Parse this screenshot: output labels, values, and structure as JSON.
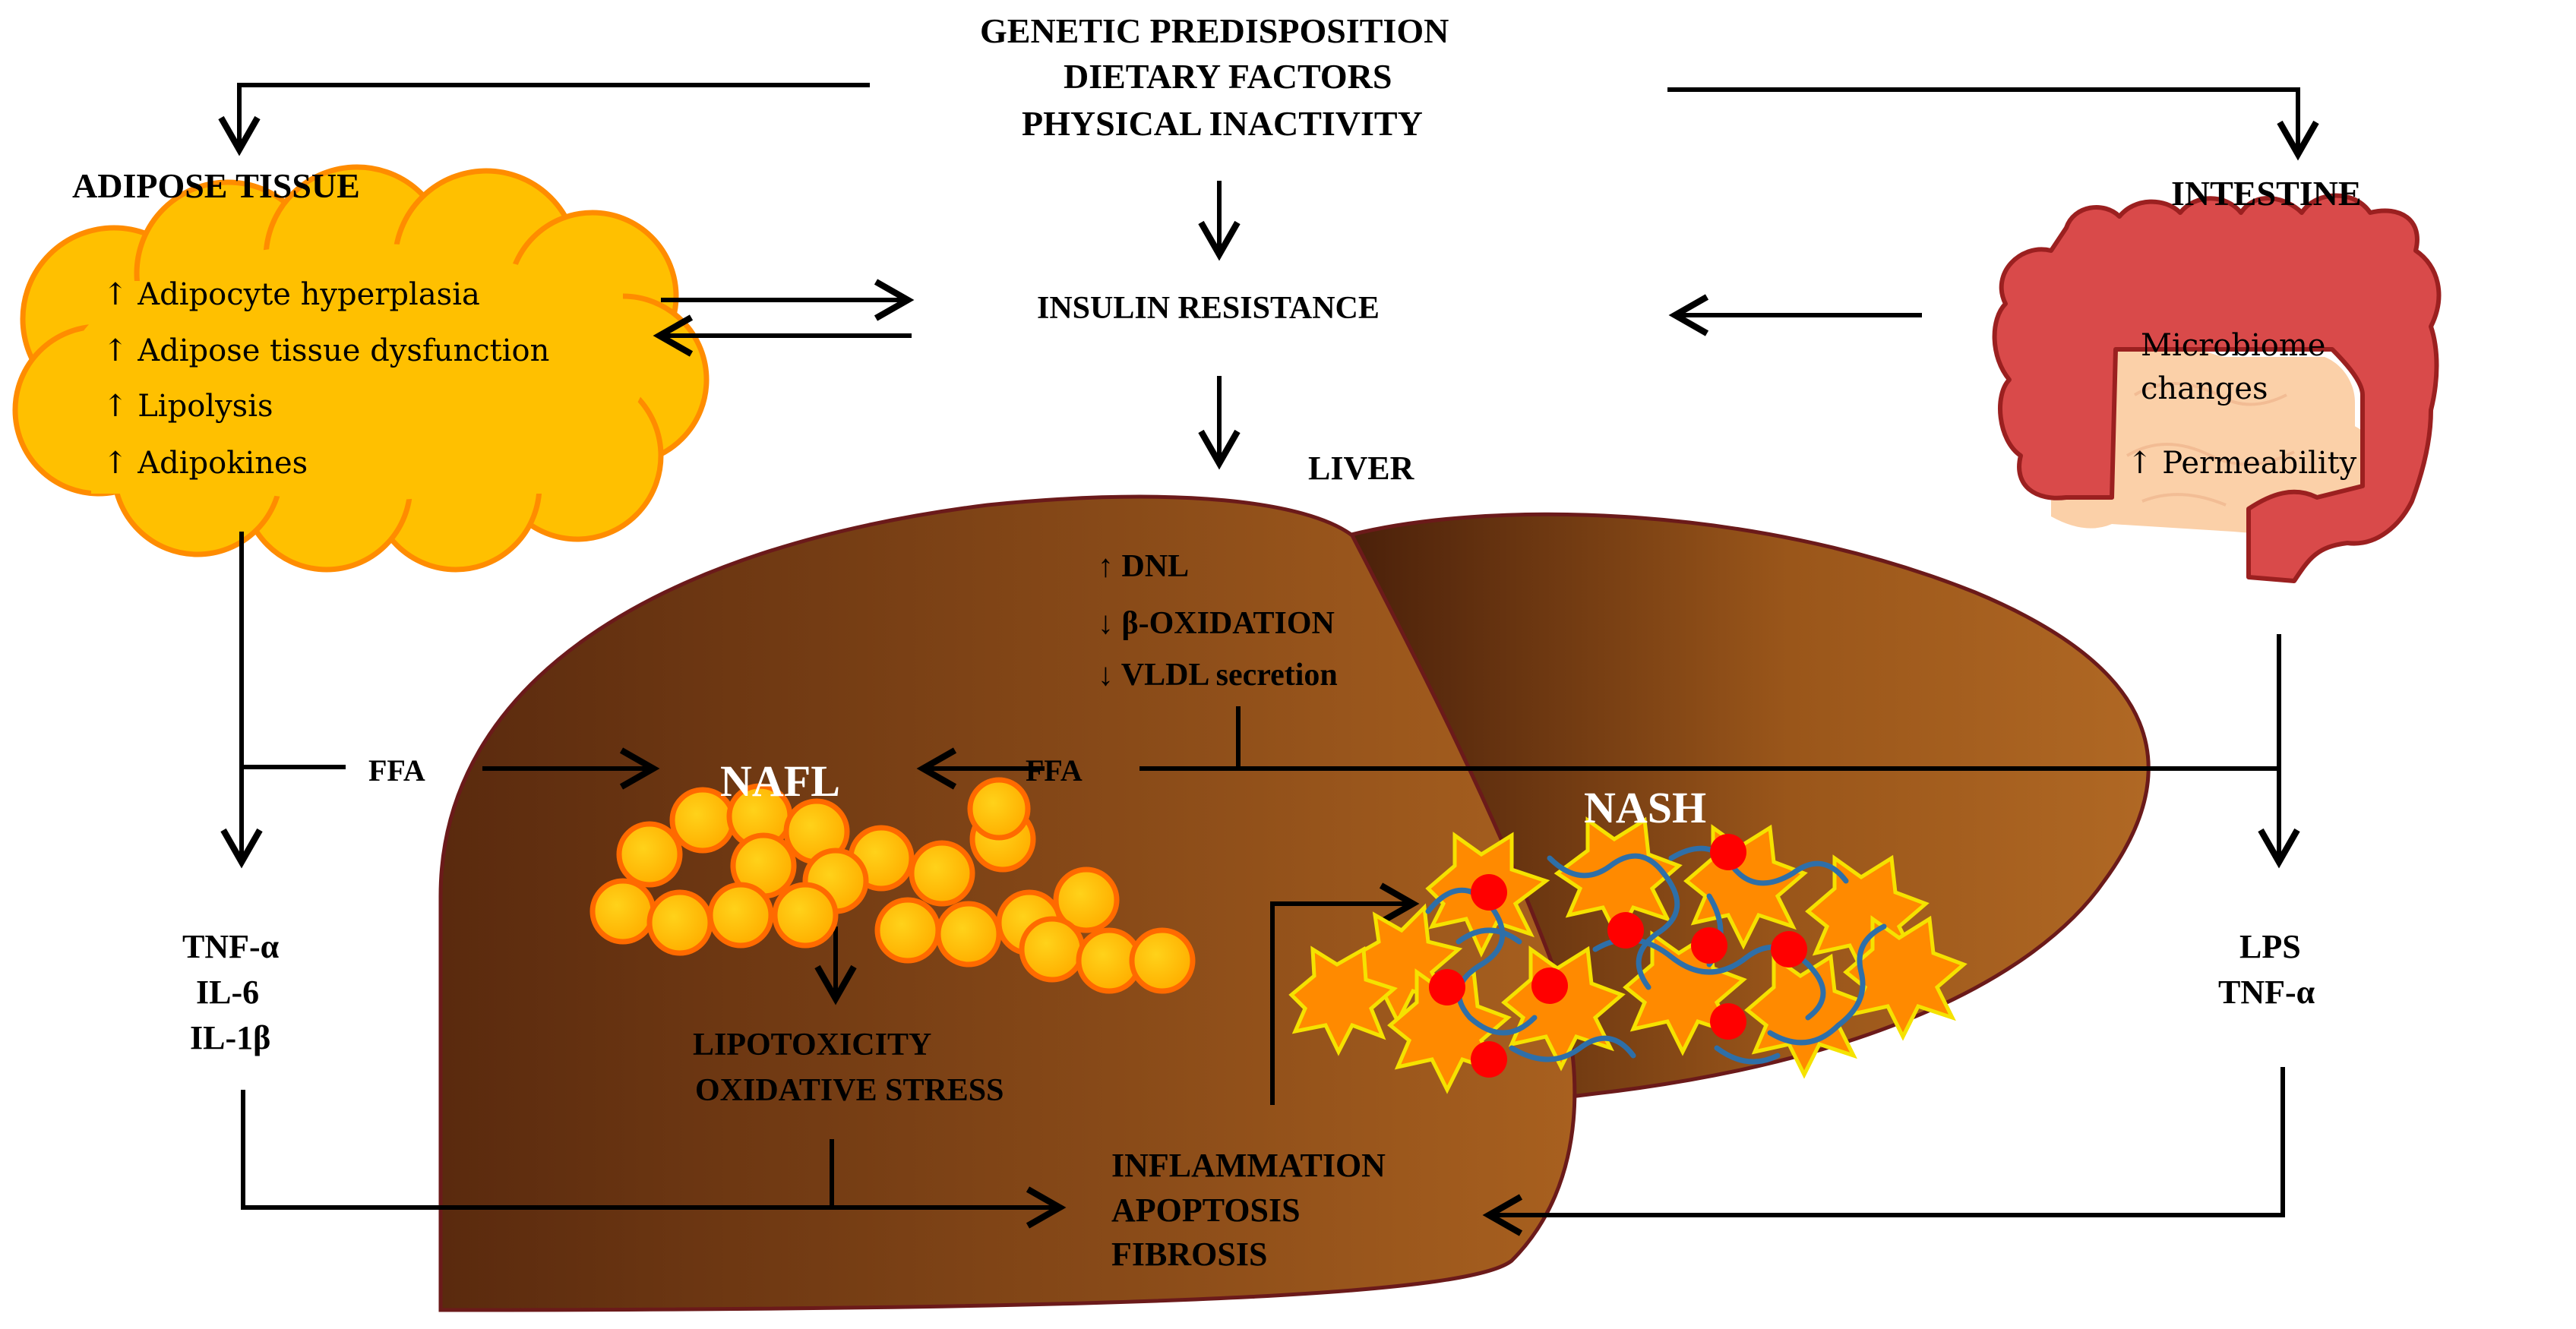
{
  "causes": [
    "GENETIC PREDISPOSITION",
    "DIETARY FACTORS",
    "PHYSICAL INACTIVITY"
  ],
  "insulin_resistance": "INSULIN RESISTANCE",
  "adipose": {
    "title": "ADIPOSE TISSUE",
    "items": [
      "↑ Adipocyte hyperplasia",
      "↑ Adipose tissue dysfunction",
      "↑ Lipolysis",
      "↑ Adipokines"
    ],
    "cytokines": [
      "TNF-α",
      "IL-6",
      "IL-1β"
    ],
    "cloud_color": "#FFC000",
    "cloud_border": "#FF8C00"
  },
  "intestine": {
    "title": "INTESTINE",
    "items": [
      "Microbiome",
      "changes",
      "↑ Permeability"
    ],
    "outputs": [
      "LPS",
      "TNF-α"
    ],
    "wall_color": "#D94A4A",
    "lumen_color": "#FBD0A8"
  },
  "liver": {
    "title": "LIVER",
    "changes": [
      "↑ DNL",
      "↓ β-OXIDATION",
      "↓  VLDL secretion"
    ],
    "ffa_left": "FFA",
    "ffa_right": "FFA",
    "nafl": "NAFL",
    "nash": "NASH",
    "lipotoxicity": [
      "LIPOTOXICITY",
      "OXIDATIVE STRESS"
    ],
    "outcomes": [
      "INFLAMMATION",
      "APOPTOSIS",
      "FIBROSIS"
    ],
    "color_dark": "#5A2A0E",
    "color_light": "#A8601F"
  }
}
